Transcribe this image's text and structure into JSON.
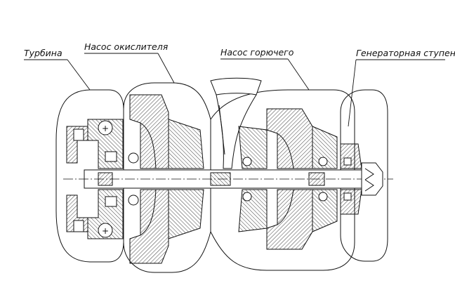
{
  "labels": {
    "turbine": "Турбина",
    "oxidizer_pump": "Насос окислителя",
    "fuel_pump": "Насос горючего",
    "generator_stage": "Генераторная ступень"
  },
  "colors": {
    "ink": "#111111",
    "background": "#ffffff"
  }
}
